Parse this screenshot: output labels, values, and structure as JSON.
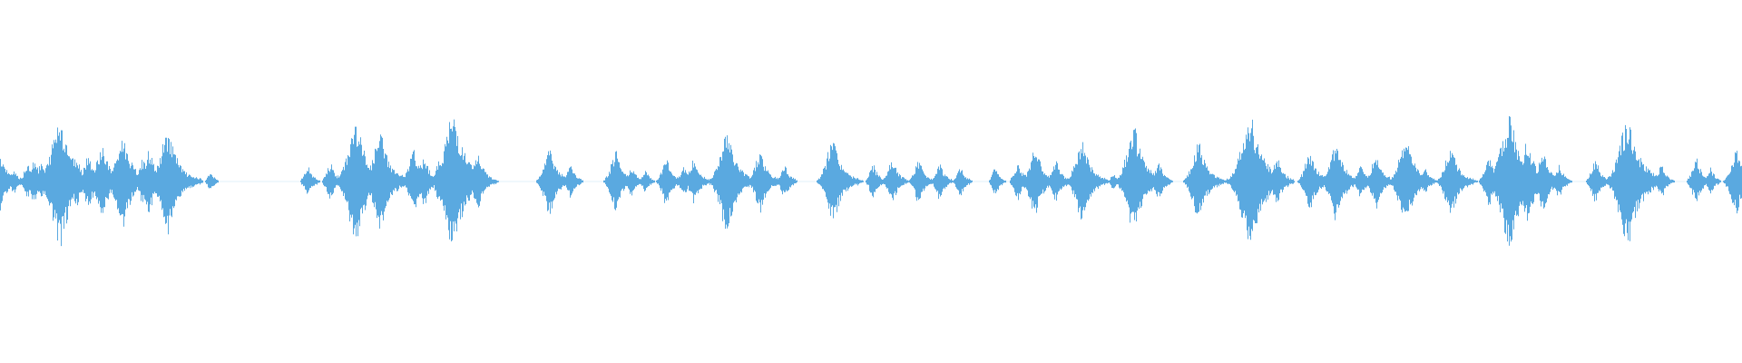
{
  "waveform": {
    "color": "#5aa9e0",
    "background": "#ffffff",
    "bursts": [
      {
        "t": 0.0,
        "a": 0.16
      },
      {
        "t": 0.008,
        "a": 0.07
      },
      {
        "t": 0.016,
        "a": 0.09
      },
      {
        "t": 0.02,
        "a": 0.13
      },
      {
        "t": 0.024,
        "a": 0.1
      },
      {
        "t": 0.035,
        "a": 0.36
      },
      {
        "t": 0.044,
        "a": 0.14
      },
      {
        "t": 0.051,
        "a": 0.15
      },
      {
        "t": 0.059,
        "a": 0.2
      },
      {
        "t": 0.066,
        "a": 0.1
      },
      {
        "t": 0.071,
        "a": 0.25
      },
      {
        "t": 0.082,
        "a": 0.12
      },
      {
        "t": 0.086,
        "a": 0.17
      },
      {
        "t": 0.097,
        "a": 0.29
      },
      {
        "t": 0.102,
        "a": 0.06
      },
      {
        "t": 0.121,
        "a": 0.05
      },
      {
        "t": 0.177,
        "a": 0.08
      },
      {
        "t": 0.19,
        "a": 0.1
      },
      {
        "t": 0.205,
        "a": 0.33
      },
      {
        "t": 0.219,
        "a": 0.27
      },
      {
        "t": 0.238,
        "a": 0.17
      },
      {
        "t": 0.244,
        "a": 0.14
      },
      {
        "t": 0.253,
        "a": 0.12
      },
      {
        "t": 0.261,
        "a": 0.38
      },
      {
        "t": 0.275,
        "a": 0.15
      },
      {
        "t": 0.316,
        "a": 0.19
      },
      {
        "t": 0.328,
        "a": 0.09
      },
      {
        "t": 0.354,
        "a": 0.16
      },
      {
        "t": 0.363,
        "a": 0.08
      },
      {
        "t": 0.371,
        "a": 0.06
      },
      {
        "t": 0.383,
        "a": 0.13
      },
      {
        "t": 0.393,
        "a": 0.08
      },
      {
        "t": 0.399,
        "a": 0.12
      },
      {
        "t": 0.418,
        "a": 0.28
      },
      {
        "t": 0.437,
        "a": 0.17
      },
      {
        "t": 0.451,
        "a": 0.09
      },
      {
        "t": 0.479,
        "a": 0.24
      },
      {
        "t": 0.502,
        "a": 0.09
      },
      {
        "t": 0.513,
        "a": 0.12
      },
      {
        "t": 0.528,
        "a": 0.12
      },
      {
        "t": 0.54,
        "a": 0.1
      },
      {
        "t": 0.552,
        "a": 0.08
      },
      {
        "t": 0.572,
        "a": 0.07
      },
      {
        "t": 0.585,
        "a": 0.1
      },
      {
        "t": 0.595,
        "a": 0.19
      },
      {
        "t": 0.607,
        "a": 0.11
      },
      {
        "t": 0.622,
        "a": 0.23
      },
      {
        "t": 0.64,
        "a": 0.04
      },
      {
        "t": 0.652,
        "a": 0.3
      },
      {
        "t": 0.666,
        "a": 0.1
      },
      {
        "t": 0.689,
        "a": 0.22
      },
      {
        "t": 0.719,
        "a": 0.38
      },
      {
        "t": 0.734,
        "a": 0.13
      },
      {
        "t": 0.753,
        "a": 0.17
      },
      {
        "t": 0.768,
        "a": 0.22
      },
      {
        "t": 0.782,
        "a": 0.09
      },
      {
        "t": 0.791,
        "a": 0.15
      },
      {
        "t": 0.808,
        "a": 0.25
      },
      {
        "t": 0.819,
        "a": 0.07
      },
      {
        "t": 0.834,
        "a": 0.2
      },
      {
        "t": 0.856,
        "a": 0.14
      },
      {
        "t": 0.868,
        "a": 0.37
      },
      {
        "t": 0.878,
        "a": 0.22
      },
      {
        "t": 0.887,
        "a": 0.16
      },
      {
        "t": 0.896,
        "a": 0.09
      },
      {
        "t": 0.917,
        "a": 0.12
      },
      {
        "t": 0.936,
        "a": 0.36
      },
      {
        "t": 0.955,
        "a": 0.09
      },
      {
        "t": 0.975,
        "a": 0.12
      },
      {
        "t": 0.983,
        "a": 0.07
      },
      {
        "t": 0.998,
        "a": 0.18
      }
    ]
  }
}
